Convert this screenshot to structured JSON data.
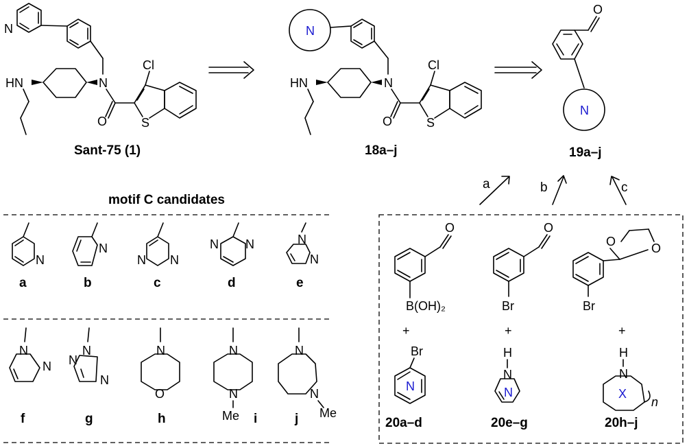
{
  "compounds": {
    "sant75": "Sant-75 (1)",
    "intermediate": "18a–j",
    "aldehyde": "19a–j",
    "het_aryl": "20a–d",
    "azole": "20e–g",
    "amine": "20h–j"
  },
  "candidates_title": "motif C candidates",
  "candidate_labels": [
    "a",
    "b",
    "c",
    "d",
    "e",
    "f",
    "g",
    "h",
    "i",
    "j"
  ],
  "atoms": {
    "cl": "Cl",
    "n": "N",
    "o": "O",
    "s": "S",
    "hn": "HN",
    "h": "H",
    "br": "Br",
    "boron": "B(OH)₂",
    "me": "Me",
    "plus": "+",
    "ring_n": "N",
    "ring_x": "X",
    "n_index": "n"
  },
  "route_labels": [
    "a",
    "b",
    "c"
  ],
  "colors": {
    "ring_label": "#1a1ad0"
  }
}
